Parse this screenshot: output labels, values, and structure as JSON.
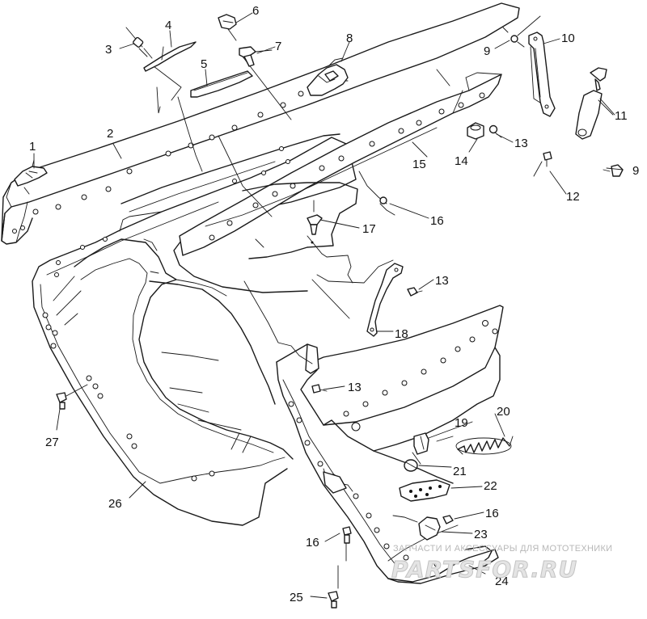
{
  "callouts": {
    "c1": "1",
    "c2": "2",
    "c3": "3",
    "c4": "4",
    "c5": "5",
    "c6": "6",
    "c7": "7",
    "c8": "8",
    "c9a": "9",
    "c9b": "9",
    "c10": "10",
    "c11": "11",
    "c12": "12",
    "c13a": "13",
    "c13b": "13",
    "c13c": "13",
    "c14": "14",
    "c15": "15",
    "c16a": "16",
    "c16b": "16",
    "c16c": "16",
    "c17": "17",
    "c18": "18",
    "c19": "19",
    "c20": "20",
    "c21": "21",
    "c22": "22",
    "c23": "23",
    "c24": "24",
    "c25": "25",
    "c26": "26",
    "c27": "27"
  },
  "watermark": {
    "tagline": "ЗАПЧАСТИ И АКСЕССУАРЫ ДЛЯ МОТОТЕХНИКИ",
    "brand": "PARTSFOR.RU"
  }
}
